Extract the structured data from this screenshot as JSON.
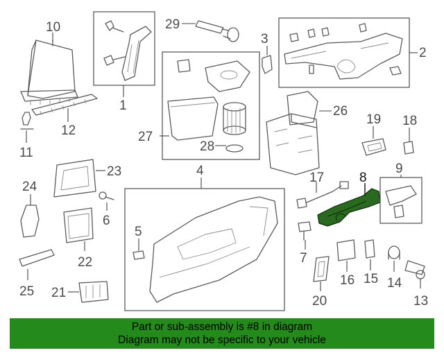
{
  "callouts": {
    "c1": "1",
    "c2": "2",
    "c3": "3",
    "c4": "4",
    "c5": "5",
    "c6": "6",
    "c7": "7",
    "c8": "8",
    "c9": "9",
    "c10": "10",
    "c11": "11",
    "c12": "12",
    "c13": "13",
    "c14": "14",
    "c15": "15",
    "c16": "16",
    "c17": "17",
    "c18": "18",
    "c19": "19",
    "c20": "20",
    "c21": "21",
    "c22": "22",
    "c23": "23",
    "c24": "24",
    "c25": "25",
    "c26": "26",
    "c27": "27",
    "c28": "28",
    "c29": "29"
  },
  "highlighted_part": "8",
  "highlight_color": "#2a6a20",
  "banner": {
    "line1": "Part or sub-assembly is #8 in diagram",
    "line2": "Diagram may not be specific to your vehicle",
    "color": "#248a1b"
  }
}
